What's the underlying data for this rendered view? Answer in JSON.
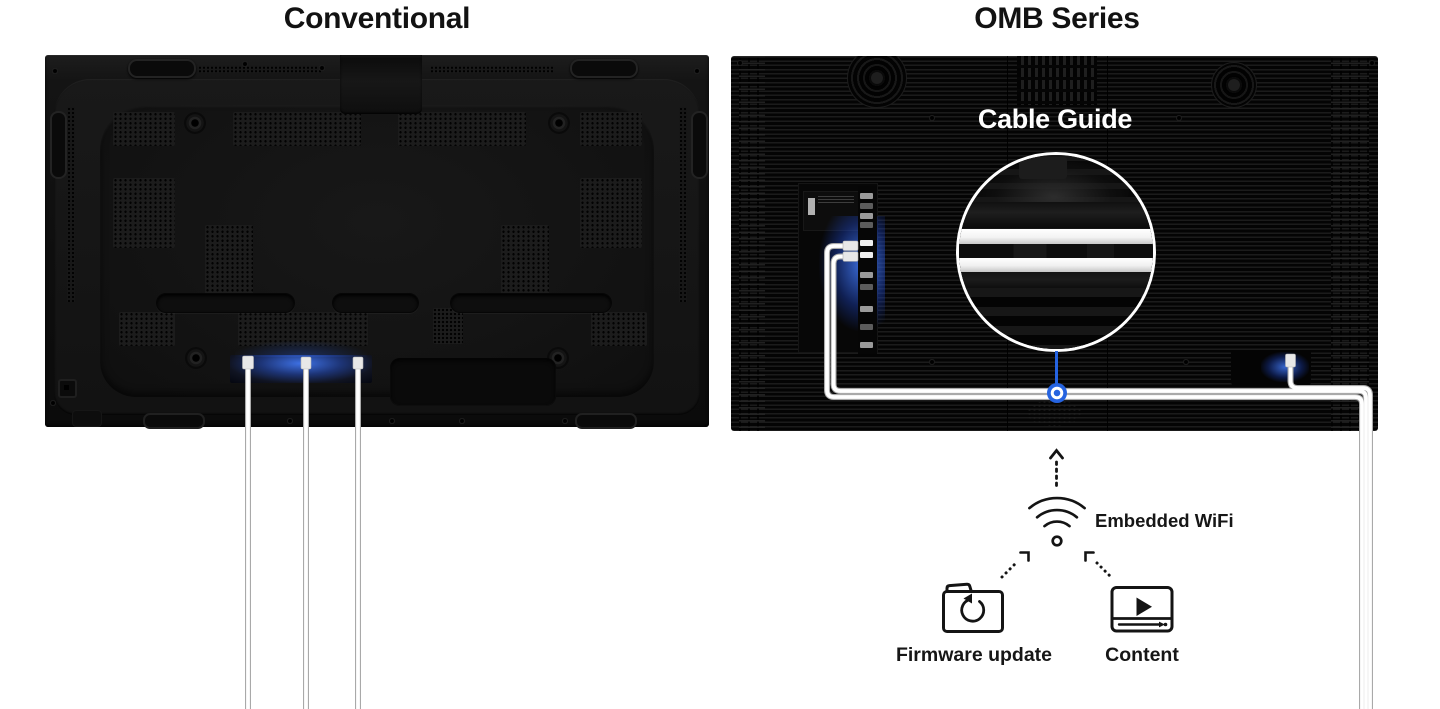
{
  "colors": {
    "accent_blue": "#2563e0",
    "display_black": "#0d0d0d",
    "text_dark": "#141414",
    "title_dark": "#121212",
    "cable_white": "#ffffff",
    "cable_outline": "#a9a9a9",
    "port_glow_blue": "#3a6ee6"
  },
  "left_panel": {
    "title": "Conventional"
  },
  "right_panel": {
    "title": "OMB Series",
    "cable_guide_label": "Cable Guide"
  },
  "wifi_diagram": {
    "wifi_label": "Embedded WiFi",
    "sources": [
      {
        "label": "Firmware update",
        "icon": "folder-refresh-icon"
      },
      {
        "label": "Content",
        "icon": "media-play-icon"
      }
    ],
    "icons": {
      "wifi": "wifi-icon",
      "up_arrow": "dotted-up-arrow-icon",
      "magnifier": "cable-guide-magnifier-circle",
      "marker": "cable-guide-blue-marker"
    }
  }
}
